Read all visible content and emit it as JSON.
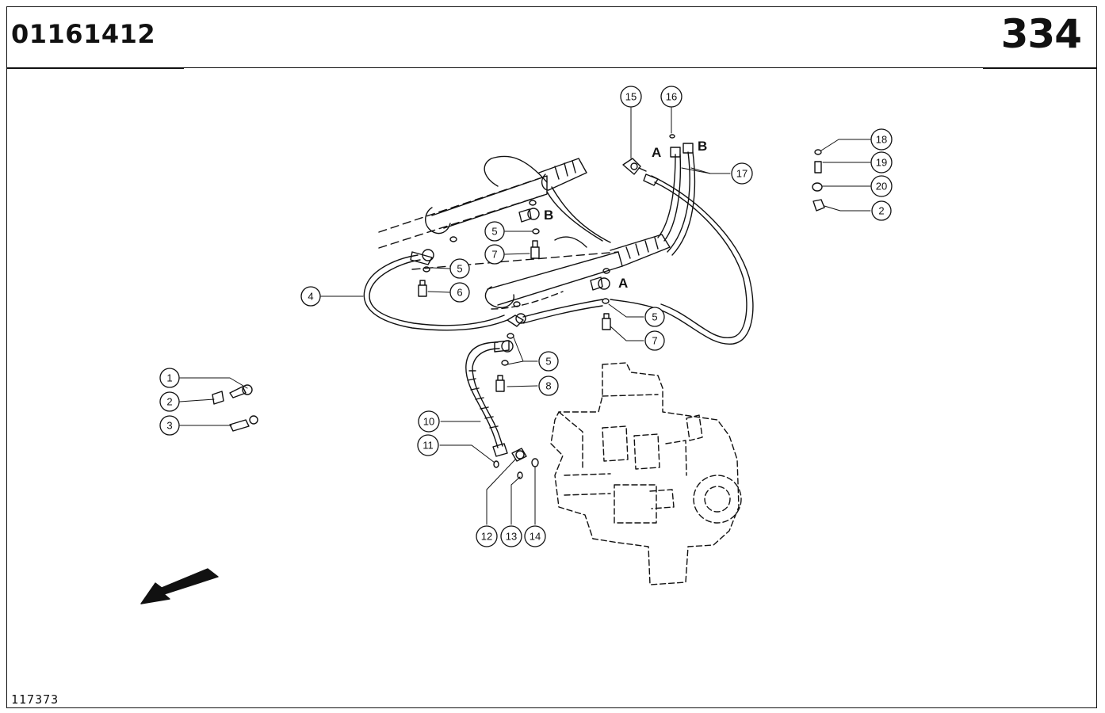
{
  "header": {
    "document_number": "01161412",
    "page_number": "334"
  },
  "footer": {
    "drawing_code": "117373"
  },
  "port_labels": [
    {
      "id": "port-a-top",
      "text": "A"
    },
    {
      "id": "port-b-top",
      "text": "B"
    },
    {
      "id": "port-b-cylinder",
      "text": "B"
    },
    {
      "id": "port-a-cylinder",
      "text": "A"
    }
  ],
  "callouts": [
    {
      "id": "c1",
      "label": "1"
    },
    {
      "id": "c2-left",
      "label": "2"
    },
    {
      "id": "c3",
      "label": "3"
    },
    {
      "id": "c4",
      "label": "4"
    },
    {
      "id": "c5-a",
      "label": "5"
    },
    {
      "id": "c5-b",
      "label": "5"
    },
    {
      "id": "c5-c",
      "label": "5"
    },
    {
      "id": "c5-d",
      "label": "5"
    },
    {
      "id": "c6",
      "label": "6"
    },
    {
      "id": "c7-a",
      "label": "7"
    },
    {
      "id": "c7-b",
      "label": "7"
    },
    {
      "id": "c8",
      "label": "8"
    },
    {
      "id": "c10",
      "label": "10"
    },
    {
      "id": "c11",
      "label": "11"
    },
    {
      "id": "c12",
      "label": "12"
    },
    {
      "id": "c13",
      "label": "13"
    },
    {
      "id": "c14",
      "label": "14"
    },
    {
      "id": "c15",
      "label": "15"
    },
    {
      "id": "c16",
      "label": "16"
    },
    {
      "id": "c17",
      "label": "17"
    },
    {
      "id": "c18",
      "label": "18"
    },
    {
      "id": "c19",
      "label": "19"
    },
    {
      "id": "c20",
      "label": "20"
    },
    {
      "id": "c2-right",
      "label": "2"
    }
  ]
}
